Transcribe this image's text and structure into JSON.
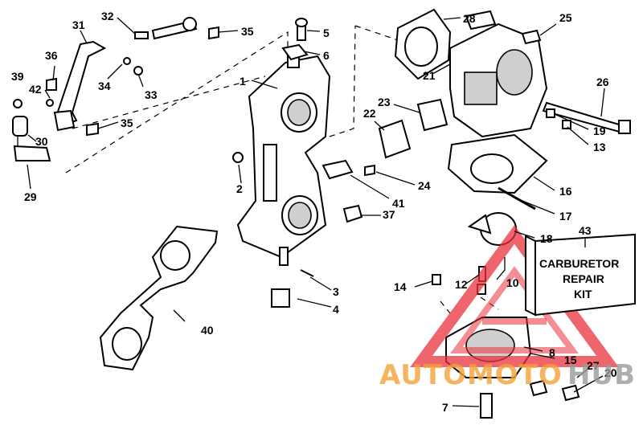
{
  "diagram": {
    "callouts": [
      "1",
      "2",
      "3",
      "4",
      "5",
      "6",
      "7",
      "8",
      "10",
      "12",
      "13",
      "14",
      "15",
      "16",
      "17",
      "18",
      "19",
      "20",
      "21",
      "22",
      "23",
      "24",
      "25",
      "26",
      "27",
      "28",
      "29",
      "30",
      "31",
      "32",
      "33",
      "34",
      "35",
      "35",
      "36",
      "37",
      "39",
      "40",
      "41",
      "42",
      "43"
    ],
    "repair_kit_box": {
      "line1": "CARBURETOR",
      "line2": "REPAIR",
      "line3": "KIT"
    }
  },
  "watermark": {
    "text_left": "AUTOMOTO",
    "text_right": "HUB",
    "accent_color": "#e8323c",
    "secondary_color": "#f4a23a"
  }
}
